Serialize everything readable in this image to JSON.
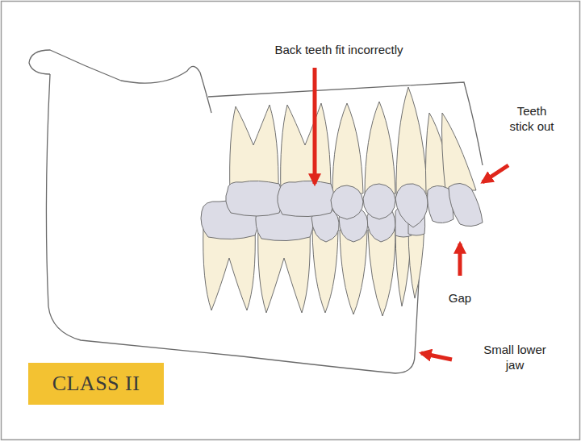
{
  "diagram": {
    "nodes": [
      {
        "text": [
          "CLASS II"
        ]
      }
    ],
    "labels": [
      "Back teeth fit incorrectly",
      "Teeth stick out",
      "Gap",
      "Small lower jaw"
    ]
  }
}
